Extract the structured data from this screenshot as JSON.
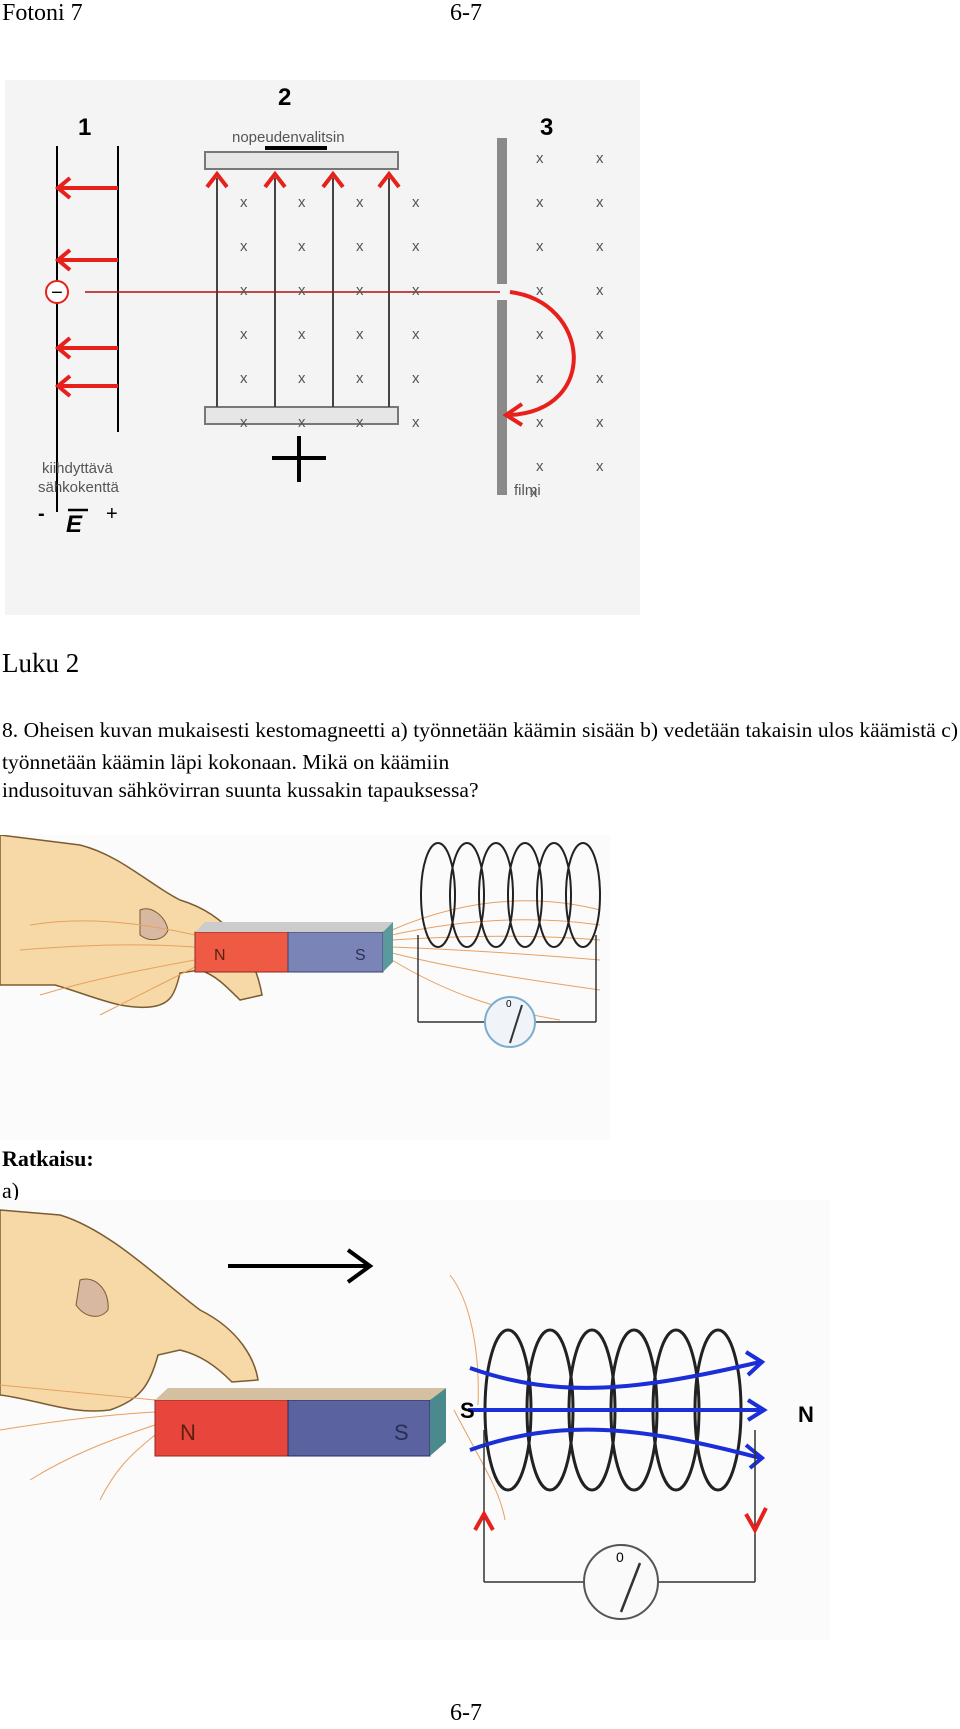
{
  "header": {
    "left": "Fotoni 7",
    "right": "6-7"
  },
  "figure1": {
    "label_1": "1",
    "label_2": "2",
    "label_3": "3",
    "selector_label": "nopeudenvalitsin",
    "field_label_line1": "kiihdyttävä",
    "field_label_line2": "sähkokenttä",
    "minus_sign": "-",
    "e_symbol": "E",
    "plus_sign": "+",
    "film_label": "filmi",
    "electron_symbol": "−",
    "field_mark": "x",
    "colors": {
      "arrow_red": "#e8201c",
      "plate_gray": "#8a8a8a",
      "panel_bg": "#f3f3f3"
    }
  },
  "chapter": {
    "title": "Luku 2"
  },
  "problem": {
    "text_justified": "8. Oheisen kuvan mukaisesti kestomagneetti a) työnnetään käämin sisään b) vedetään takaisin ulos käämistä c) työnnetään käämin läpi kokonaan. Mikä on käämiin",
    "text_last_line": "indusoituvan sähkövirran suunta kussakin tapauksessa?"
  },
  "figure2": {
    "magnet_n": "N",
    "magnet_s": "S",
    "meter_zero": "0",
    "colors": {
      "north": "#ef5a45",
      "south": "#7b84b6",
      "field_lines": "#e8a060",
      "coil": "#222222"
    }
  },
  "solution": {
    "heading": "Ratkaisu:",
    "part_a": "a)"
  },
  "figure3": {
    "magnet_n": "N",
    "magnet_s": "S",
    "coil_s": "S",
    "coil_n": "N",
    "meter_zero": "0",
    "colors": {
      "north": "#e8453c",
      "south": "#5a63a0",
      "induced_field": "#1a2fd8",
      "current_arrow": "#e8201c"
    }
  },
  "footer": {
    "page": "6-7"
  }
}
